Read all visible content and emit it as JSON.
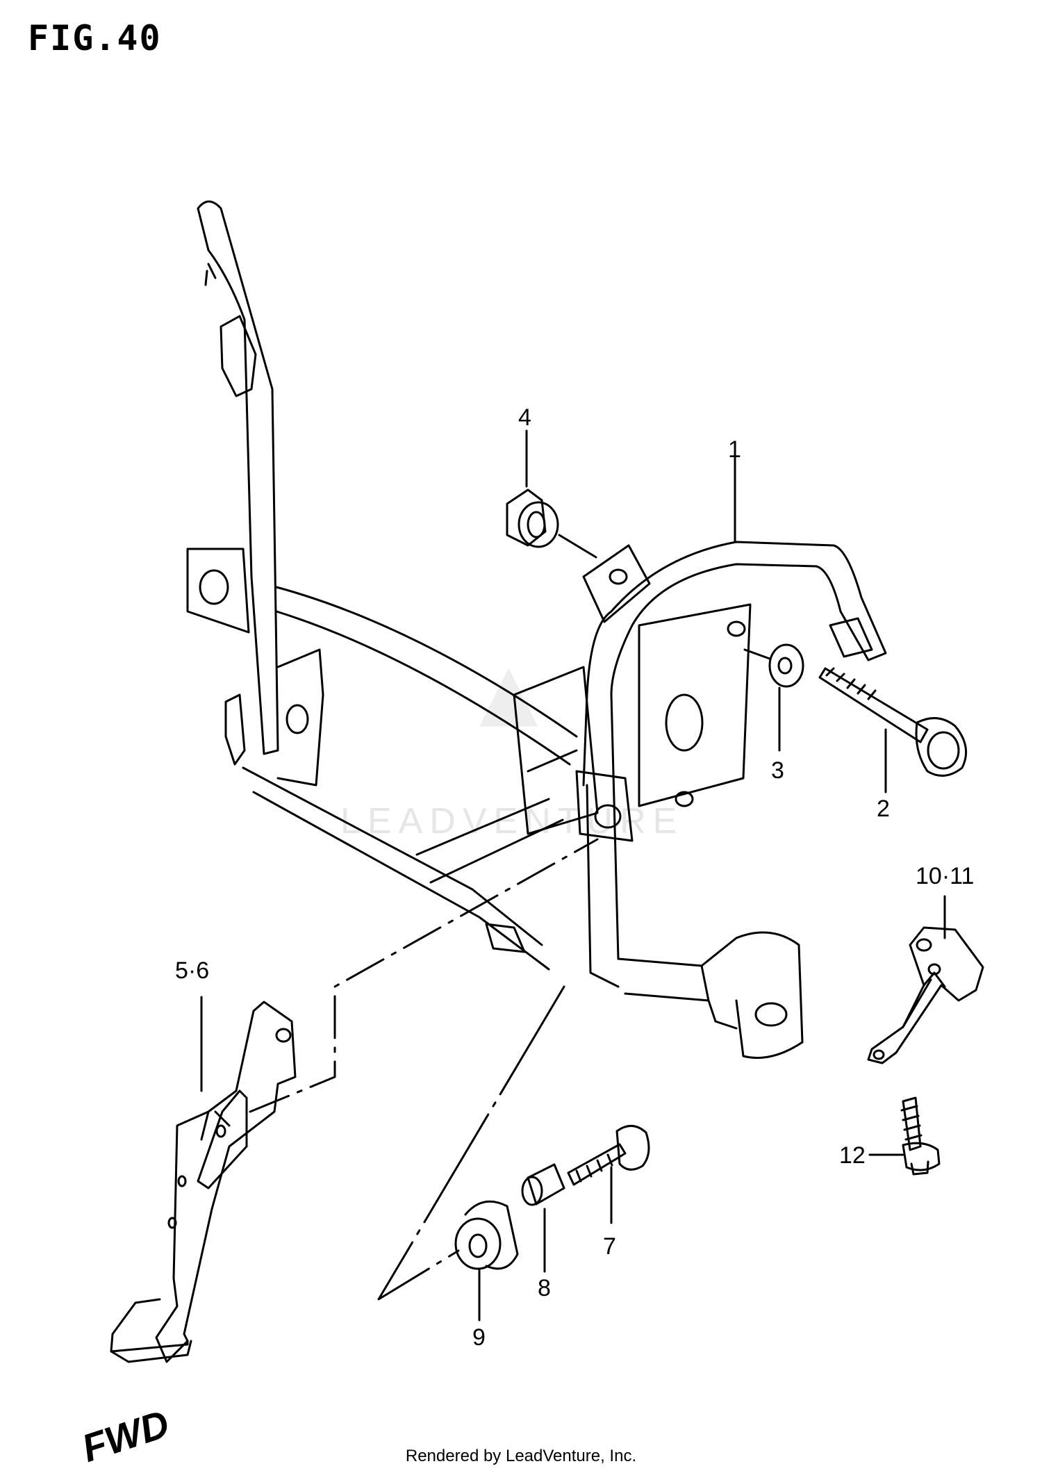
{
  "figure": {
    "title": "FIG.40"
  },
  "watermark": {
    "text": "LEADVENTURE",
    "logo": "leadventure-logo-icon"
  },
  "callouts": {
    "c1": "1",
    "c2": "2",
    "c3": "3",
    "c4": "4",
    "c56": "5·6",
    "c7": "7",
    "c8": "8",
    "c9": "9",
    "c1011": "10·11",
    "c12": "12"
  },
  "direction_mark": "FWD",
  "footer": "Rendered by LeadVenture, Inc."
}
